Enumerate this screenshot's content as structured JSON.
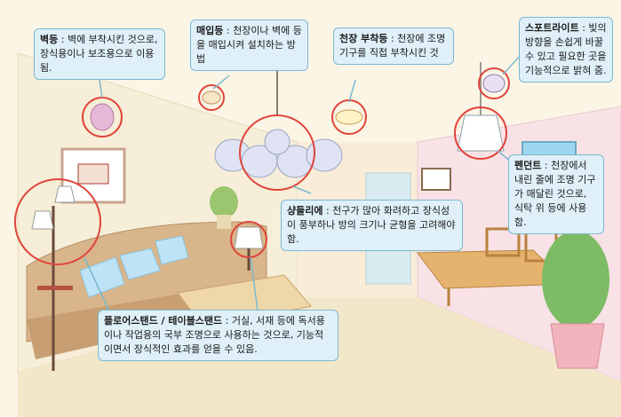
{
  "callouts": {
    "wall_light": {
      "term": "벽등",
      "text": " : 벽에 부착시킨 것으로, 장식용이나 보조용으로 이용됨."
    },
    "recessed_light": {
      "term": "매입등",
      "text": " : 천장이나 벽에 등을 매입시켜 설치하는 방법"
    },
    "ceiling_light": {
      "term": "천장 부착등",
      "text": " : 천장에 조명 기구를 직접 부착시킨 것"
    },
    "spotlight": {
      "term": "스포트라이트",
      "text": " : 빛의 방향을 손쉽게 바꿀 수 있고 필요한 곳을 기능적으로 밝혀 줌."
    },
    "pendant": {
      "term": "펜던트",
      "text": " : 천장에서 내린 줄에 조명 기구가 매달린 것으로, 식탁 위 등에 사용함."
    },
    "chandelier": {
      "term": "샹들리에",
      "text": " : 전구가 많아 화려하고 장식성이 풍부하나 방의 크기나 균형을 고려해야 함."
    },
    "stand": {
      "term": "플로어스탠드 / 테이블스탠드",
      "text": " : 거실, 서재 등에 독서용이나 작업용의 국부 조명으로 사용하는 것으로, 기능적이면서 장식적인 효과를 얻을 수 있음."
    }
  },
  "colors": {
    "callout_bg": "#dff0f8",
    "callout_border": "#7bb8cf",
    "highlight_circle": "#e0443a",
    "wall_left": "#f6eed8",
    "floor": "#f3e7c9"
  }
}
